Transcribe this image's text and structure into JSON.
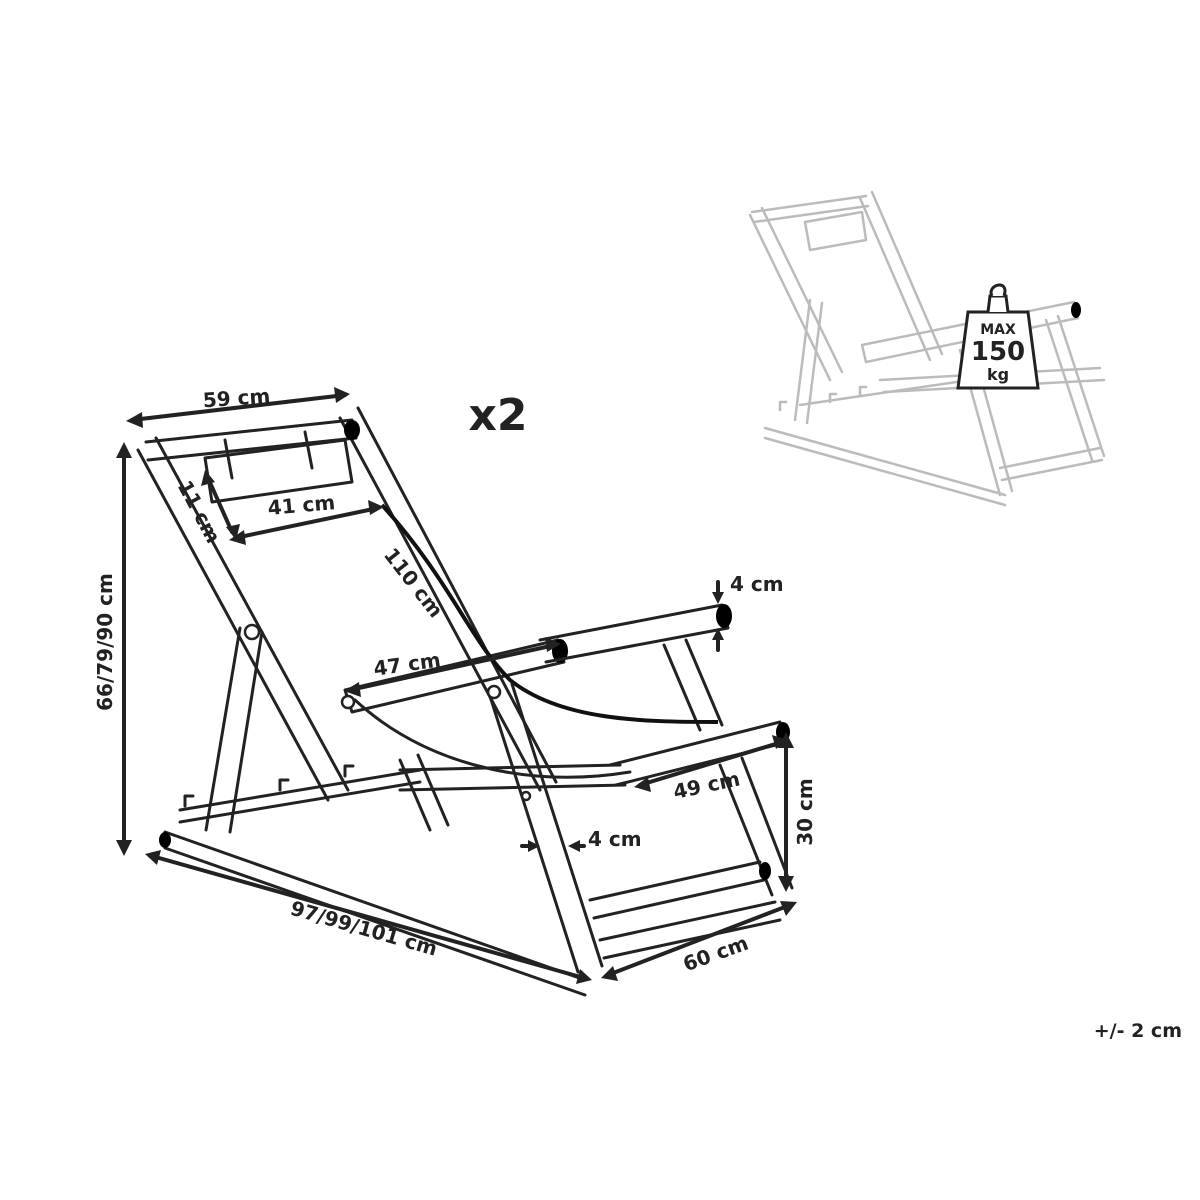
{
  "multiplier": "x2",
  "tolerance": "+/- 2 cm",
  "weight_badge": {
    "line1": "MAX",
    "line2": "150",
    "line3": "kg"
  },
  "dimensions": {
    "frame_width": "59 cm",
    "headrest_height": "11 cm",
    "headrest_width": "41 cm",
    "seat_length": "110 cm",
    "armrest_thickness": "4 cm",
    "armrest_length": "47 cm",
    "seat_width": "49 cm",
    "height_positions": "66/79/90 cm",
    "leg_thickness": "4 cm",
    "front_height": "30 cm",
    "depth_positions": "97/99/101 cm",
    "overall_width": "60 cm"
  },
  "colors": {
    "line": "#222222",
    "thumbnail": "#bbbbbb",
    "background": "#ffffff"
  },
  "icons": {
    "weight": "weight-icon"
  }
}
